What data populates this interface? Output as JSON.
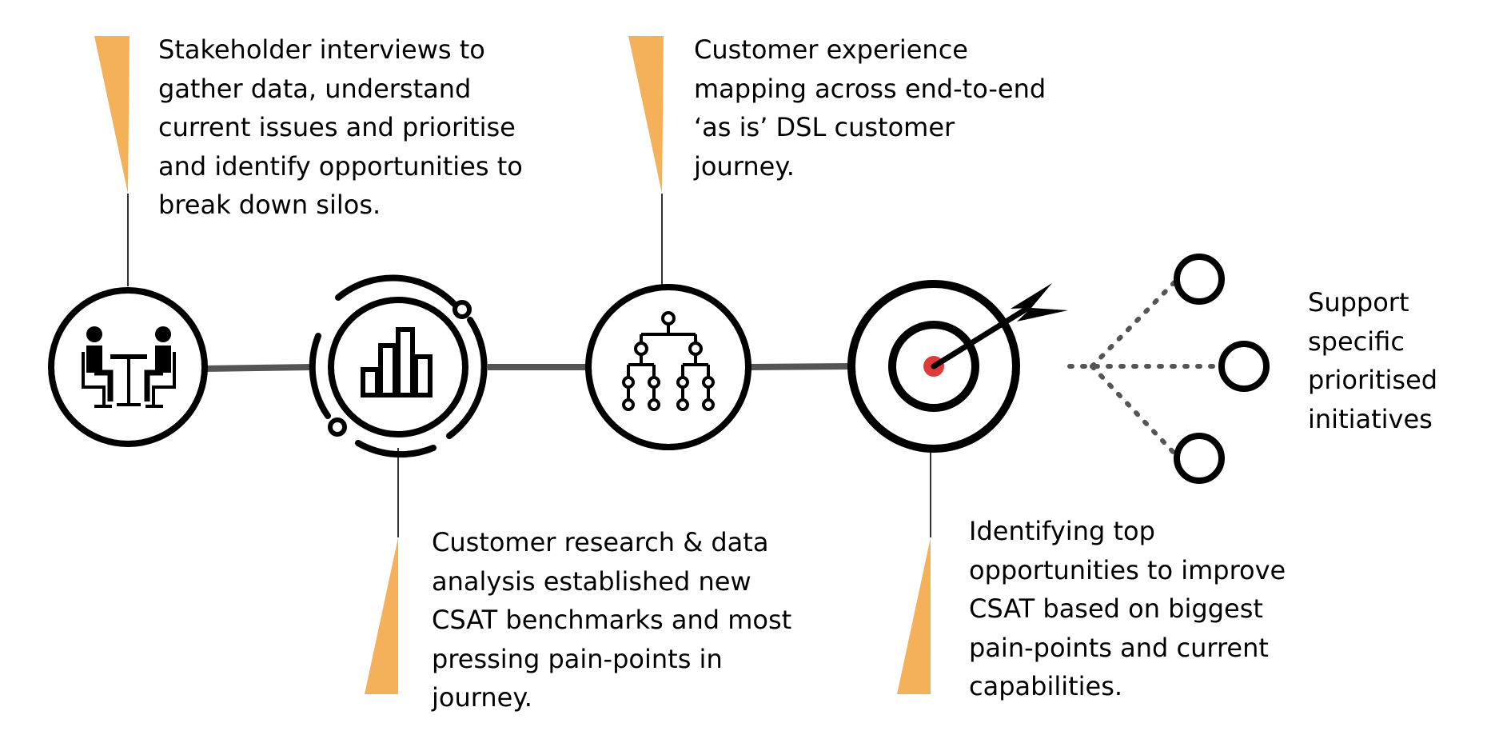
{
  "colors": {
    "accent": "#F4B15A",
    "stroke": "#000000",
    "connector": "#555555",
    "bullseye": "#E03A3A"
  },
  "steps": [
    {
      "id": "stakeholder-interviews",
      "icon": "meeting-people-icon",
      "text": "Stakeholder interviews to\ngather data, understand\ncurrent issues and prioritise\nand identify opportunities to\nbreak down silos."
    },
    {
      "id": "customer-research",
      "icon": "bar-chart-icon",
      "text": "Customer research & data\nanalysis established new\nCSAT benchmarks and most\npressing pain-points in\njourney."
    },
    {
      "id": "experience-mapping",
      "icon": "hierarchy-icon",
      "text": "Customer experience\nmapping across end-to-end\n‘as is’ DSL customer\njourney."
    },
    {
      "id": "top-opportunities",
      "icon": "target-arrow-icon",
      "text": "Identifying top\nopportunities to improve\nCSAT based on biggest\npain-points and current\ncapabilities."
    }
  ],
  "outcome": {
    "text": "Support\nspecific\nprioritised\ninitiatives",
    "icon": "branch-nodes-icon"
  }
}
